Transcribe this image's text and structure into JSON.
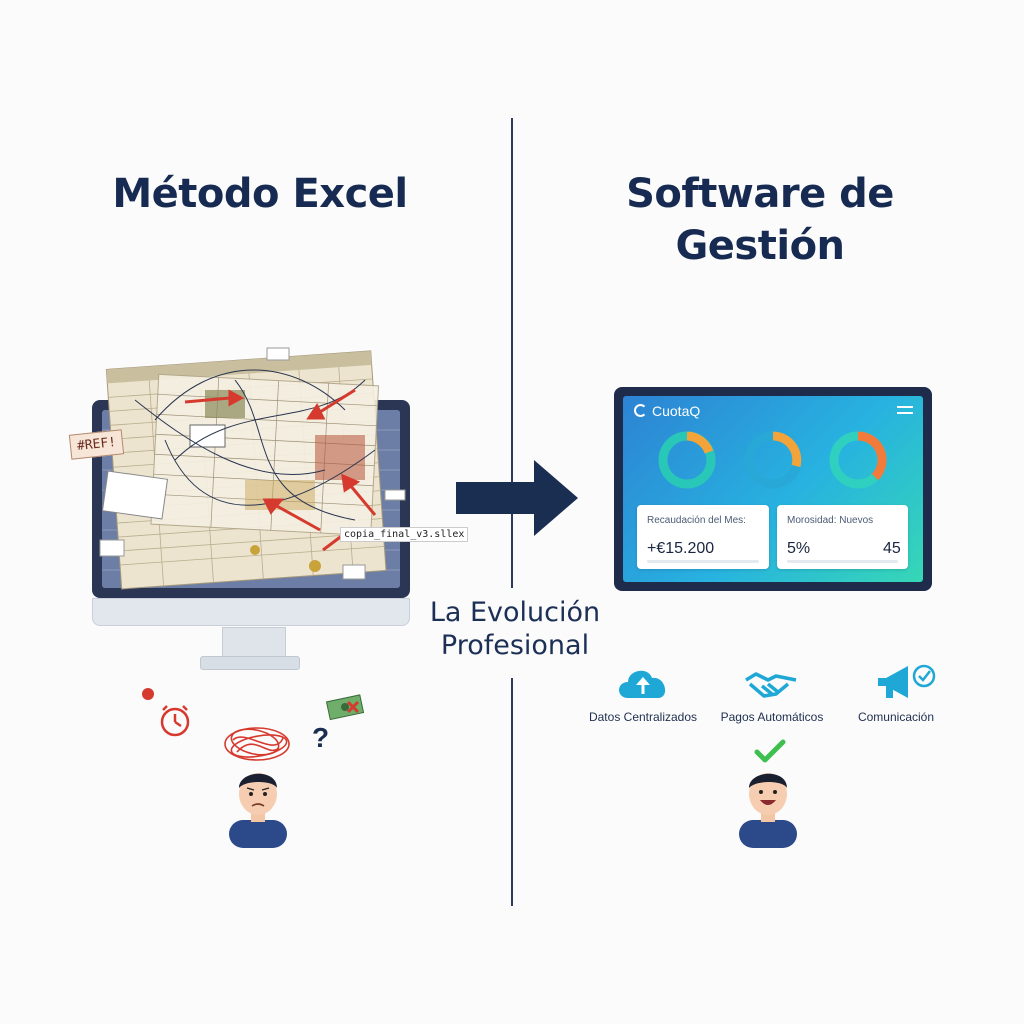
{
  "left": {
    "title": "Método Excel",
    "file_label": "copia_final_v3.sllex",
    "ref_label": "#REF!"
  },
  "right": {
    "title": "Software de Gestión",
    "brand": "CuotaQ",
    "kpi_collection": {
      "label": "Recaudación del Mes:",
      "value": "+€15.200"
    },
    "kpi_delinquency": {
      "label": "Morosidad: Nuevos",
      "value_left": "5%",
      "value_right": "45"
    },
    "features": [
      "Datos Centralizados",
      "Pagos Automáticos",
      "Comunicación"
    ]
  },
  "center": {
    "label_line1": "La Evolución",
    "label_line2": "Profesional"
  },
  "icons": [
    "clock-icon",
    "money-icon",
    "question-icon",
    "tangle-icon",
    "cloud-upload-icon",
    "handshake-icon",
    "megaphone-icon",
    "check-icon"
  ],
  "colors": {
    "navy": "#172b52",
    "arrow_navy": "#1a2e52",
    "teal_accent": "#1fa8d6",
    "donut_orange": "#f2a33a",
    "donut_teal": "#2fd0c0",
    "error_red": "#d63a2f",
    "check_green": "#3fbf4f"
  }
}
